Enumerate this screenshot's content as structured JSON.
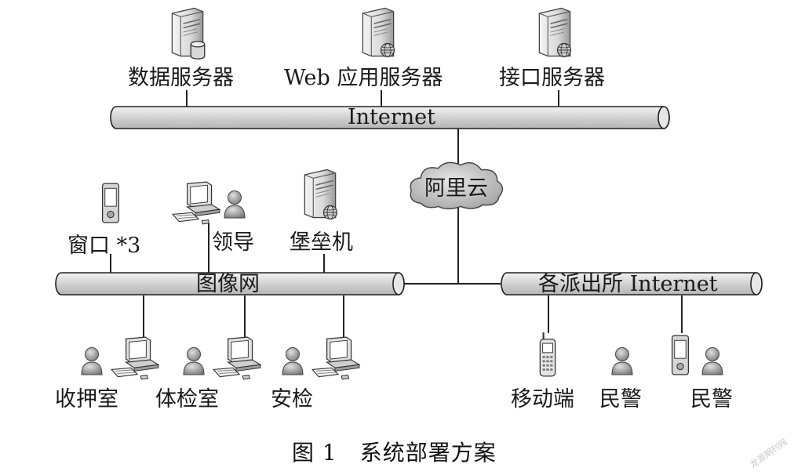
{
  "servers": {
    "db": "数据服务器",
    "web": "Web 应用服务器",
    "api": "接口服务器"
  },
  "buses": {
    "internet": "Internet",
    "image_net": "图像网",
    "police_net": "各派出所 Internet"
  },
  "cloud": "阿里云",
  "upper_nodes": {
    "window": "窗口 *3",
    "leader": "领导",
    "bastion": "堡垒机"
  },
  "lower_nodes": {
    "custody": "收押室",
    "exam": "体检室",
    "security": "安检",
    "mobile": "移动端",
    "police1": "民警",
    "police2": "民警"
  },
  "caption": "图 1　系统部署方案",
  "watermark": "龙源期刊网",
  "icons": [
    "server-icon",
    "database-icon",
    "globe-icon",
    "cloud-icon",
    "pda-icon",
    "computer-icon",
    "user-icon",
    "mobile-phone-icon"
  ]
}
